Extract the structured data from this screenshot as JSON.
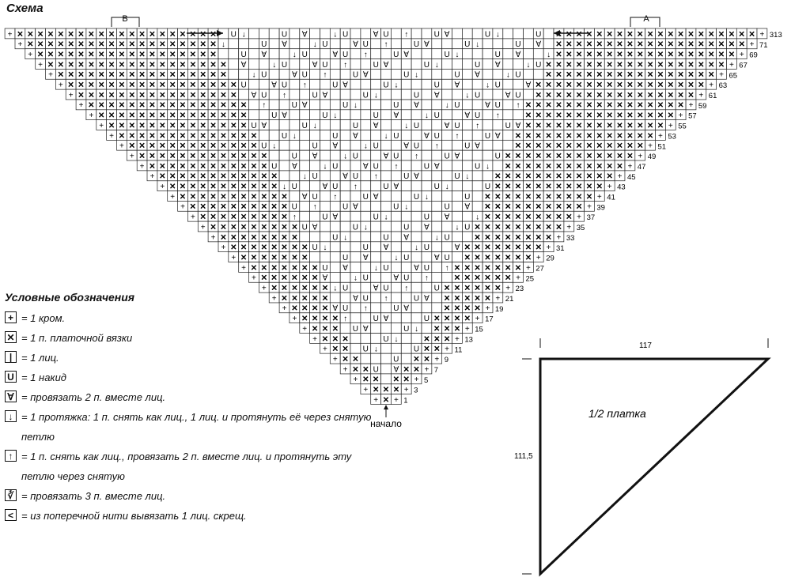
{
  "title": "Схема",
  "chart": {
    "rows_odd": [
      313,
      71,
      69,
      67,
      65,
      63,
      61,
      59,
      57,
      55,
      53,
      51,
      49,
      47,
      45,
      43,
      41,
      39,
      37,
      35,
      33,
      31,
      29,
      27,
      25,
      23,
      21,
      19,
      17,
      15,
      13,
      11,
      9,
      7,
      5,
      3,
      1
    ],
    "marker_b": "B",
    "marker_a": "A",
    "start_label": "начало"
  },
  "legend": {
    "heading": "Условные обозначения",
    "items": [
      {
        "symbol": "+",
        "text": "= 1 кром."
      },
      {
        "symbol": "✕",
        "text": "= 1 п. платочной вязки"
      },
      {
        "symbol": "|",
        "text": "= 1 лиц."
      },
      {
        "symbol": "U",
        "text": "= 1 накид"
      },
      {
        "symbol": "∀",
        "text": "= провязать 2 п. вместе лиц."
      },
      {
        "symbol": "↓",
        "text": "= 1 протяжка: 1 п. снять как лиц., 1 лиц. и протянуть её через снятую петлю"
      },
      {
        "symbol": "↑",
        "text": "= 1 п. снять как лиц., провязать 2 п. вместе лиц. и протянуть эту петлю через снятую"
      },
      {
        "symbol": "∛",
        "text": "= провязать 3 п. вместе лиц."
      },
      {
        "symbol": "<",
        "text": "= из поперечной нити вывязать 1 лиц. скрещ."
      }
    ]
  },
  "shape": {
    "label": "1/2 платка",
    "width_label": "117",
    "height_label": "111,5"
  }
}
